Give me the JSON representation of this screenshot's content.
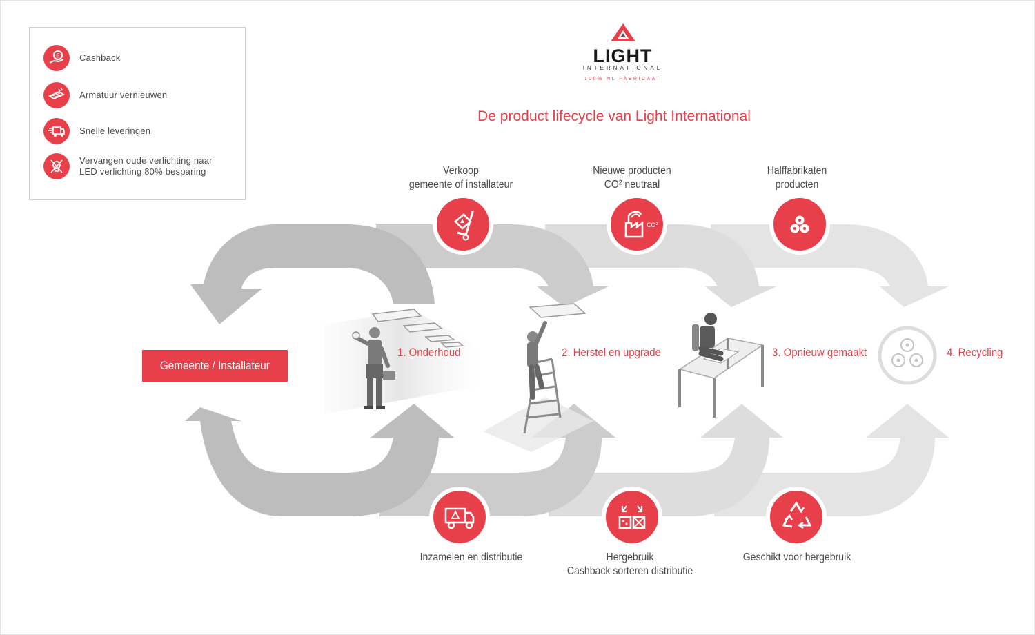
{
  "legend": {
    "items": [
      {
        "label_lines": [
          "Cashback"
        ],
        "icon": "euro-hand-icon"
      },
      {
        "label_lines": [
          "Armatuur vernieuwen"
        ],
        "icon": "light-fixture-icon"
      },
      {
        "label_lines": [
          "Snelle leveringen"
        ],
        "icon": "delivery-truck-icon"
      },
      {
        "label_lines": [
          "Vervangen oude verlichting naar",
          "LED verlichting 80% besparing"
        ],
        "icon": "no-bulb-icon"
      }
    ]
  },
  "logo": {
    "word": "LIGHT",
    "sub": "INTERNATIONAL",
    "tagline": "100% NL FABRICAAT"
  },
  "title": "De product lifecycle van Light International",
  "start_label": "Gemeente / Installateur",
  "top_stages": [
    {
      "label_lines": [
        "Verkoop",
        "gemeente of installateur"
      ],
      "icon": "hand-truck-icon"
    },
    {
      "label_lines": [
        "Nieuwe producten",
        "CO² neutraal"
      ],
      "icon": "co2-factory-icon"
    },
    {
      "label_lines": [
        "Halffabrikaten",
        "producten"
      ],
      "icon": "granules-icon"
    }
  ],
  "bottom_stages": [
    {
      "label_lines": [
        "Inzamelen en distributie"
      ],
      "icon": "collection-truck-icon"
    },
    {
      "label_lines": [
        "Hergebruik",
        "Cashback sorteren distributie"
      ],
      "icon": "sorting-box-icon"
    },
    {
      "label_lines": [
        "Geschikt voor hergebruik"
      ],
      "icon": "recycle-icon"
    }
  ],
  "steps": [
    {
      "label": "1. Onderhoud"
    },
    {
      "label": "2. Herstel en upgrade"
    },
    {
      "label": "3. Opnieuw gemaakt"
    },
    {
      "label": "4. Recycling"
    }
  ],
  "colors": {
    "accent": "#e8404a",
    "arrow_dark": "#bdbdbd",
    "arrow_mid": "#d2d2d2",
    "arrow_light": "#e2e2e2"
  }
}
